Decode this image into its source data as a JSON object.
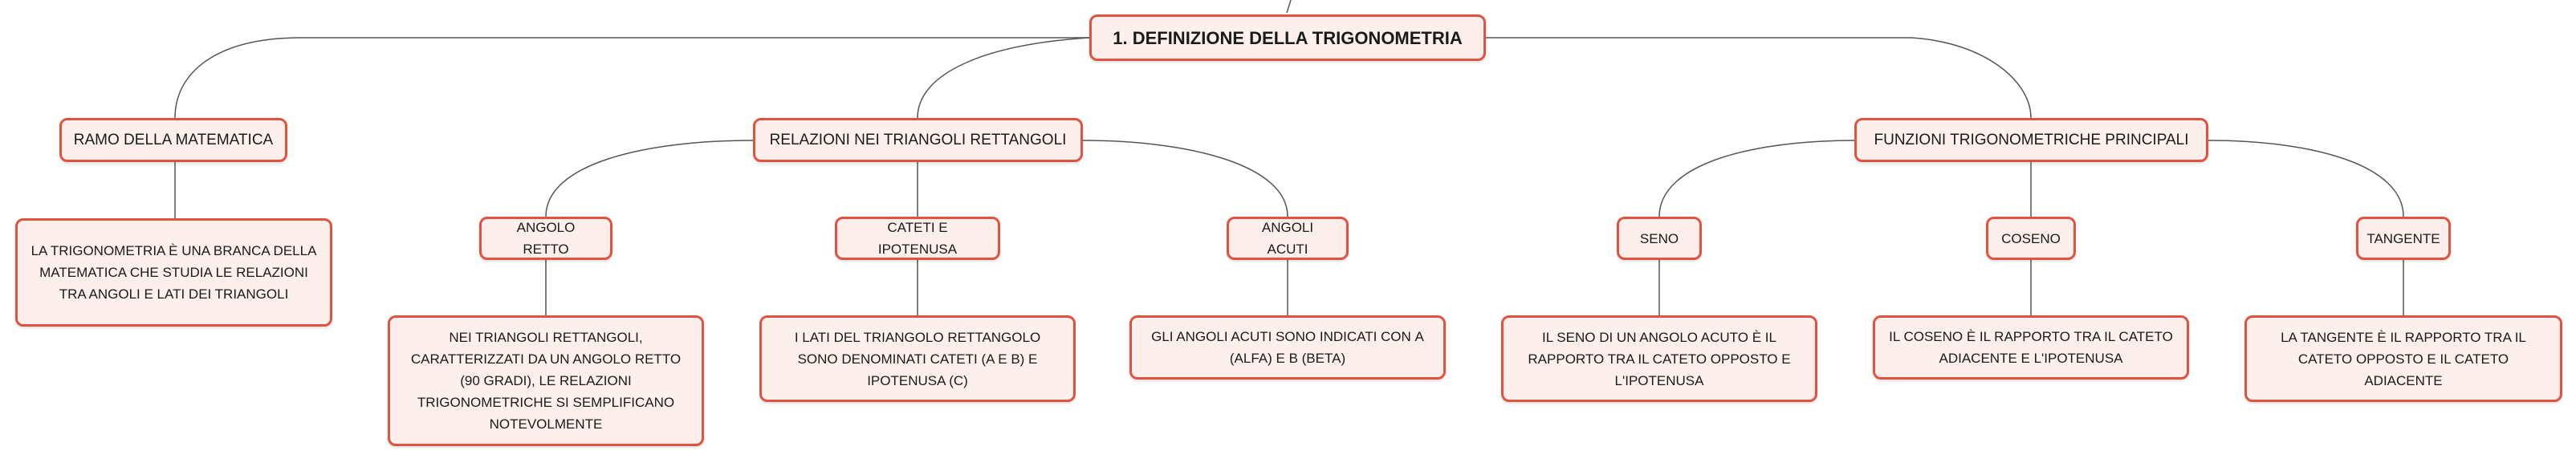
{
  "colors": {
    "border": "#e0533f",
    "fill": "#fdf0ec",
    "line": "#555555",
    "text": "#1a1a1a"
  },
  "root": {
    "label": "1. DEFINIZIONE DELLA TRIGONOMETRIA"
  },
  "branches": [
    {
      "label": "RAMO DELLA MATEMATICA",
      "children": [],
      "note": "LA TRIGONOMETRIA È UNA BRANCA DELLA MATEMATICA CHE STUDIA LE RELAZIONI TRA ANGOLI E LATI DEI TRIANGOLI"
    },
    {
      "label": "RELAZIONI NEI TRIANGOLI RETTANGOLI",
      "children": [
        {
          "label": "ANGOLO RETTO",
          "note": "NEI TRIANGOLI RETTANGOLI, CARATTERIZZATI DA UN ANGOLO RETTO (90 GRADI), LE RELAZIONI TRIGONOMETRICHE SI SEMPLIFICANO NOTEVOLMENTE"
        },
        {
          "label": "CATETI E IPOTENUSA",
          "note": "I LATI DEL TRIANGOLO RETTANGOLO SONO DENOMINATI CATETI (A E B) E IPOTENUSA (C)"
        },
        {
          "label": "ANGOLI ACUTI",
          "note": "GLI ANGOLI ACUTI SONO INDICATI CON Α (ALFA) E Β (BETA)"
        }
      ]
    },
    {
      "label": "FUNZIONI TRIGONOMETRICHE PRINCIPALI",
      "children": [
        {
          "label": "SENO",
          "note": "IL SENO DI UN ANGOLO ACUTO È IL RAPPORTO TRA IL CATETO OPPOSTO E L'IPOTENUSA"
        },
        {
          "label": "COSENO",
          "note": "IL COSENO È IL RAPPORTO TRA IL CATETO ADIACENTE E L'IPOTENUSA"
        },
        {
          "label": "TANGENTE",
          "note": "LA TANGENTE È IL RAPPORTO TRA IL CATETO OPPOSTO E IL CATETO ADIACENTE"
        }
      ]
    }
  ]
}
